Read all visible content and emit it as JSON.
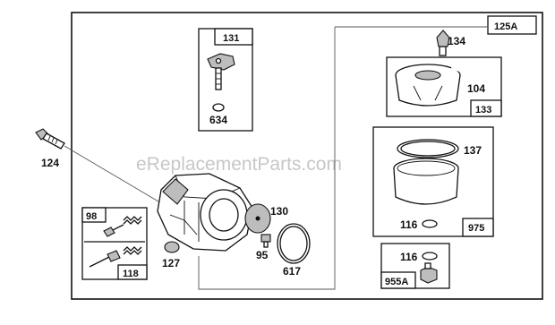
{
  "watermark": "eReplacementParts.com",
  "assembly_label": "125A",
  "boxes": {
    "float_needle": {
      "tag": "131",
      "parts": [
        "634"
      ]
    },
    "float": {
      "tag": "133",
      "parts": [
        "104"
      ]
    },
    "bowl": {
      "tag": "975",
      "parts": [
        "137",
        "116"
      ]
    },
    "bowl_nut": {
      "tag": "955A",
      "parts": [
        "116"
      ]
    },
    "screws": {
      "tag_top": "98",
      "tag_bottom": "118"
    }
  },
  "parts": {
    "bolt": "124",
    "vent_valve": "134",
    "plug": "127",
    "throttle_shaft_plate": "130",
    "screw_small": "95",
    "o_ring": "617"
  }
}
